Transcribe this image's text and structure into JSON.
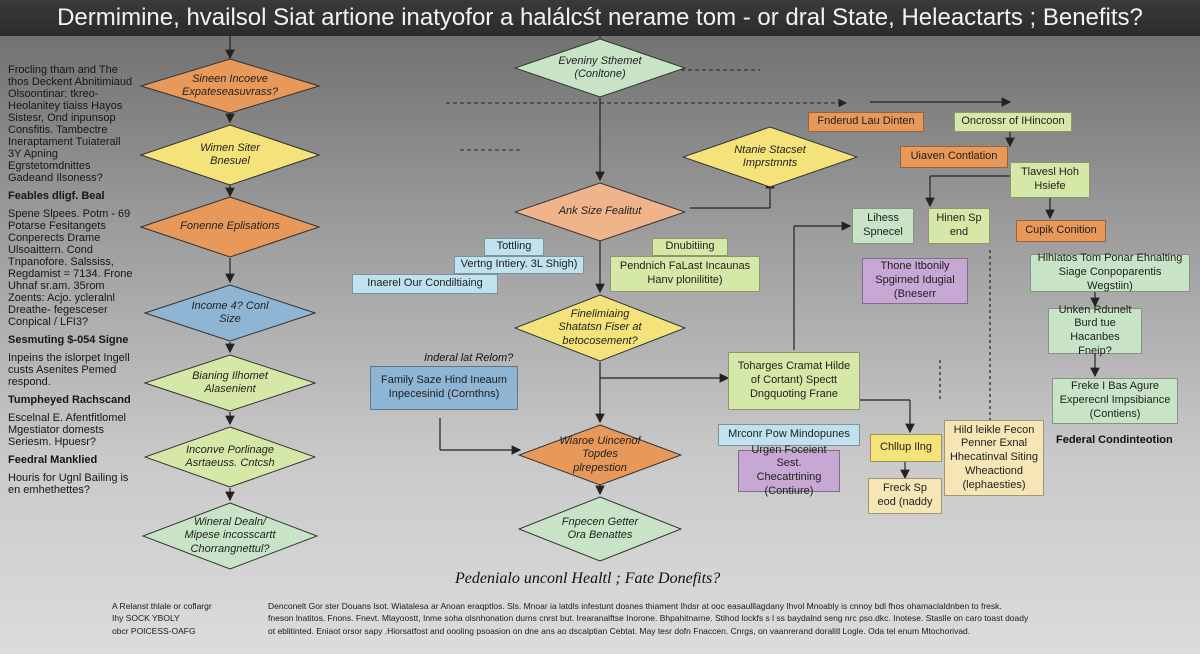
{
  "title": "Dermimine, hvailsol Siat artione inatyofor a halálcśt nerame tom - or dral State, Heleactarts ; Benefits?",
  "colors": {
    "orange": "#e8995a",
    "yellow": "#f4e37a",
    "blue": "#8fb5d4",
    "lightgreen": "#d6e8a8",
    "palegreen": "#c9e3c6",
    "peach": "#efb48a",
    "purple": "#c7a7d4",
    "lightblue": "#bfe2ee",
    "cream": "#f7e6b5"
  },
  "left_column": {
    "intro": "Frocling tham and The thos Deckent Abnitimiaud Olsoontinar: tkreo- Heolanitey tiaiss Hayos Sistesr, Ond inpunsop Consfitis. Tambectre Ineraptament Tuiaterall 3Y Apning Egrstetomdnittes Gadeand Ilsoness?",
    "heading1": "Feables dligf. Beal",
    "body1": "Spene Slpees. Potm - 69 Potarse Fesitangets Conperects Drame Ulsoaittern. Cond Tnpanofore. Salssiss, Regdamist = 7134. Frone Uhnaf sr.am. 35rom Zoents: Acjo. ycleralnl Dreathe- fegesceser Conpical / LFI3?",
    "heading2": "Sesmuting $-054 Signe",
    "body2": "Inpeins the islorpet Ingell custs Asenites Pemed respond.",
    "heading3": "Tumpheyed Rachscand",
    "body3": "Escelnal E. Afentfitlomel Mgestiator domests Seriesm. Hpuesr?",
    "heading4": "Feedral Manklied",
    "body4": "Houris for Ugnl Bailing is en emhethettes?"
  },
  "diamonds": [
    {
      "label": "Sineen Incoeve Expateseasuvrass?",
      "fill": "#e8995a"
    },
    {
      "label": "Wimen Siter Bnesuel",
      "fill": "#f4e37a"
    },
    {
      "label": "Fonenne Eplisations",
      "fill": "#e8995a"
    },
    {
      "label": "Income 4? Conl Size",
      "fill": "#8fb5d4"
    },
    {
      "label": "Bianing Ilhomet Alasenient",
      "fill": "#d6e8a8"
    },
    {
      "label": "Inconve Porlinage Asrtaeuss. Cntcsh",
      "fill": "#d6e8a8"
    },
    {
      "label": "Wineral Dealn/ Mipese incosscartt Chorrangnettul?",
      "fill": "#c9e3c6"
    },
    {
      "label": "Eveniny Sthemet (Conltone)",
      "fill": "#c9e3c6"
    },
    {
      "label": "Ntanie Stacset Imprstmnts",
      "fill": "#f4e37a"
    },
    {
      "label": "Ank Size Fealitut",
      "fill": "#efb48a"
    },
    {
      "label": "Finelimiaing Shatatsn Fiser at betocosement?",
      "fill": "#f4e37a"
    },
    {
      "label": "Wiaroe Uincenof Topdes plrepestion",
      "fill": "#e8995a"
    },
    {
      "label": "Fnpecen Getter Ora Benattes",
      "fill": "#c9e3c6"
    }
  ],
  "boxes": [
    {
      "label": "Tottling",
      "fill": "#bfe2ee"
    },
    {
      "label": "Vertng Intiery. 3L Shigh)",
      "fill": "#bfe2ee"
    },
    {
      "label": "Inaerel Our Condiltiaing",
      "fill": "#bfe2ee"
    },
    {
      "label": "Dnubitiing",
      "fill": "#d6e8a8"
    },
    {
      "label": "Pendnich FaLast Incaunas Hanv plonilitite)",
      "fill": "#d6e8a8"
    },
    {
      "label": "Family Saze Hind Ineaum Inpecesinid (Cornthns)",
      "fill": "#8fb5d4"
    },
    {
      "label": "Toharges Cramat Hilde of Cortant) Spectt Dngquoting Frane",
      "fill": "#d6e8a8"
    },
    {
      "label": "Fnderud Lau Dinten",
      "fill": "#e8995a"
    },
    {
      "label": "Oncrossr of IHincoon",
      "fill": "#d6e8a8"
    },
    {
      "label": "Uiaven Contlation",
      "fill": "#e8995a"
    },
    {
      "label": "Tlavesl Hoh Hsiefe",
      "fill": "#d6e8a8"
    },
    {
      "label": "Lihess Spnecel",
      "fill": "#c9e3c6"
    },
    {
      "label": "Hinen Sp end",
      "fill": "#d6e8a8"
    },
    {
      "label": "Cupik Conition",
      "fill": "#e8995a"
    },
    {
      "label": "Thone Itbonily Spgirned Idugial (Bneserr",
      "fill": "#c7a7d4"
    },
    {
      "label": "Hihiatos Tom Ponar Ehnalting Siage Conpoparentis Wegstiin)",
      "fill": "#c9e3c6"
    },
    {
      "label": "Unken Rdunelt Burd tue Hacanbes Fneip?",
      "fill": "#c9e3c6"
    },
    {
      "label": "Freke I Bas Agure Experecnl Impsibiance (Contiens)",
      "fill": "#c9e3c6"
    },
    {
      "label": "Mrconr Pow Mindopunes",
      "fill": "#bfe2ee"
    },
    {
      "label": "Urgen Foceient Sest. Checatrtining (Contiure)",
      "fill": "#c7a7d4"
    },
    {
      "label": "Chllup Ilng",
      "fill": "#f4e37a"
    },
    {
      "label": "Hild leikle Fecon Penner Exnal Hhecatinval Siting Wheactiond (lephaesties)",
      "fill": "#f7e6b5"
    },
    {
      "label": "Freck Sp eod (naddy",
      "fill": "#f7e6b5"
    }
  ],
  "free_labels": {
    "inderal_relom": "Inderal lat Relom?",
    "federal_condition": "Federal Condinteotion"
  },
  "caption": "Pedenialo unconl Healtl ; Fate Donefits?",
  "footer": {
    "left": [
      "A Relanst thlale or coflargr",
      "Ihy SOCK YBOLY",
      "obcr POICESS-OAFG"
    ],
    "right": [
      "Denconelt Gor ster Douans lsot. Wiatalesa ar Anoan eraqptlos. Sls. Mnoar ia latdls infestunt dosnes thiament Ihdsr at ooc easaulllagdany Ihvol Mnoably is cnnoy bdl fhos ohamaclaldnben to fresk.",
      "fneson lnatitos. Fnons. Fnevt. Mlayoostt, Inme soha olsnhonation durns cnrst but. Irearanalftse Inorone. Bhpahitnarne. Stihod lockfs s l ss baydalnd seng nrc pso.dkc. Inotese. Staslle on caro toast doady",
      "ot eblitinted. Eniaot orsor sapy .Hiorsatfost and oooling psoasion on dne ans ao dscalptian Cebtat. May tesr dofn Fnaccen. Cnrgs, on vaanrerand doralitl Logle. Oda tel enum Mtochorivad."
    ]
  }
}
